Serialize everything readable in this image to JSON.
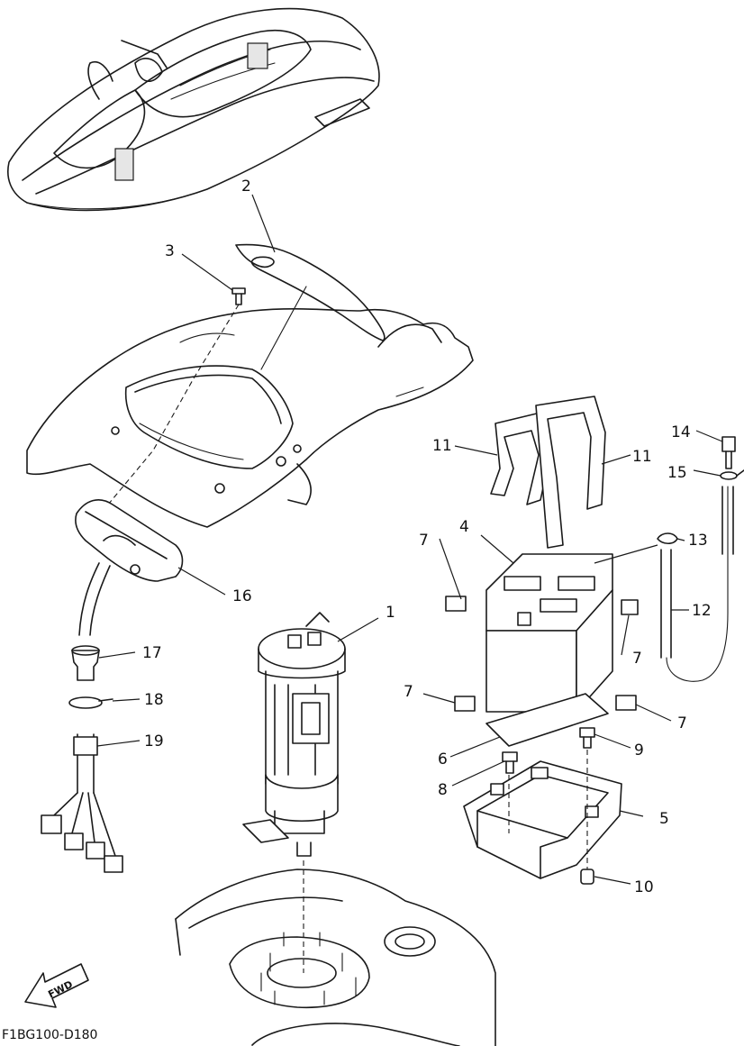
{
  "diagram": {
    "drawing_code": "F1BG100-D180",
    "direction_label": "FWD",
    "callouts": [
      "1",
      "2",
      "3",
      "4",
      "5",
      "6",
      "7",
      "8",
      "9",
      "10",
      "11",
      "12",
      "13",
      "14",
      "15",
      "16",
      "17",
      "18",
      "19"
    ],
    "label_7_instances": [
      "7",
      "7",
      "7",
      "7"
    ],
    "label_11_instances": [
      "11",
      "11"
    ]
  }
}
